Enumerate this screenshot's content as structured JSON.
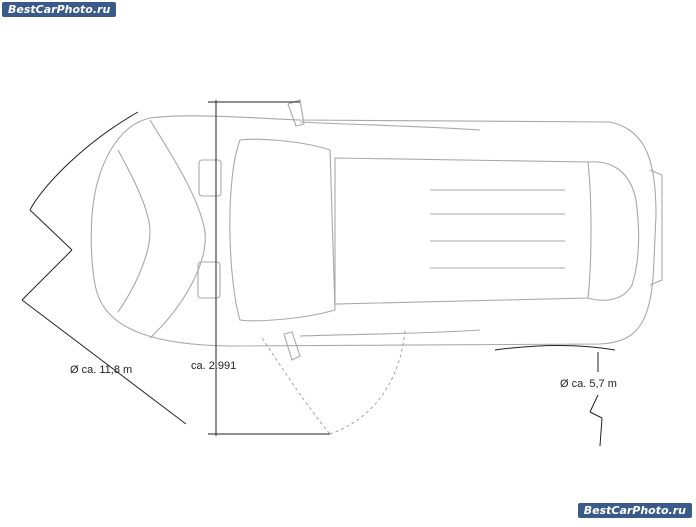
{
  "watermark": {
    "top": "BestCarPhoto.ru",
    "bottom": "BestCarPhoto.ru"
  },
  "dimensions": {
    "turning_circle": "Ø ca. 11,8 m",
    "door_swing": "ca. 2.991",
    "rear_radius": "Ø ca. 5,7 m"
  },
  "colors": {
    "line": "#9a9a9a",
    "dim": "#222222",
    "watermark_bg": "#3a5a8c"
  }
}
